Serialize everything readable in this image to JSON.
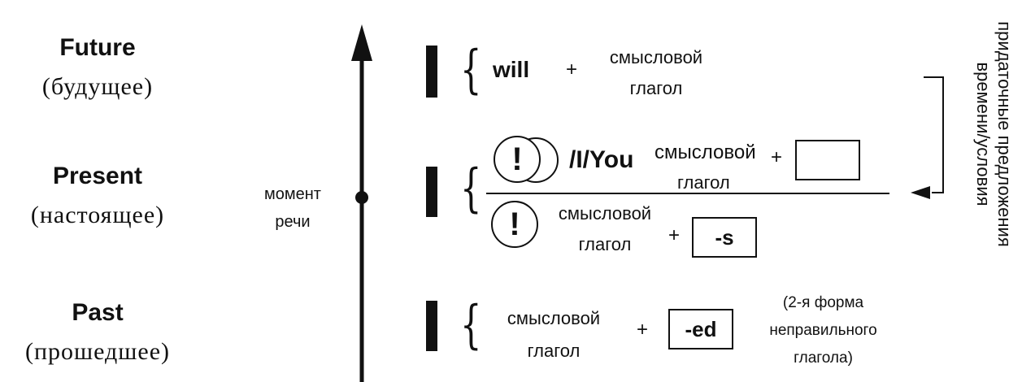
{
  "tenses": {
    "future": {
      "en": "Future",
      "ru": "(будущее)"
    },
    "present": {
      "en": "Present",
      "ru": "(настоящее)"
    },
    "past": {
      "en": "Past",
      "ru": "(прошедшее)"
    }
  },
  "timeline": {
    "moment_line1": "момент",
    "moment_line2": "речи"
  },
  "future_formula": {
    "aux": "will",
    "plus": "+",
    "verb_line1": "смысловой",
    "verb_line2": "глагол"
  },
  "present_formula": {
    "upper": {
      "excl": "!",
      "subject": "/I/You",
      "verb_line1": "смысловой",
      "verb_line2": "глагол",
      "plus": "+",
      "ending": ""
    },
    "lower": {
      "excl": "!",
      "verb_line1": "смысловой",
      "verb_line2": "глагол",
      "plus": "+",
      "ending": "-s"
    }
  },
  "past_formula": {
    "verb_line1": "смысловой",
    "verb_line2": "глагол",
    "plus": "+",
    "ending": "-ed",
    "note_line1": "(2-я форма",
    "note_line2": "неправильного",
    "note_line3": "глагола)"
  },
  "side_note": {
    "line1": "придаточные предложения",
    "line2": "времени/условия"
  }
}
